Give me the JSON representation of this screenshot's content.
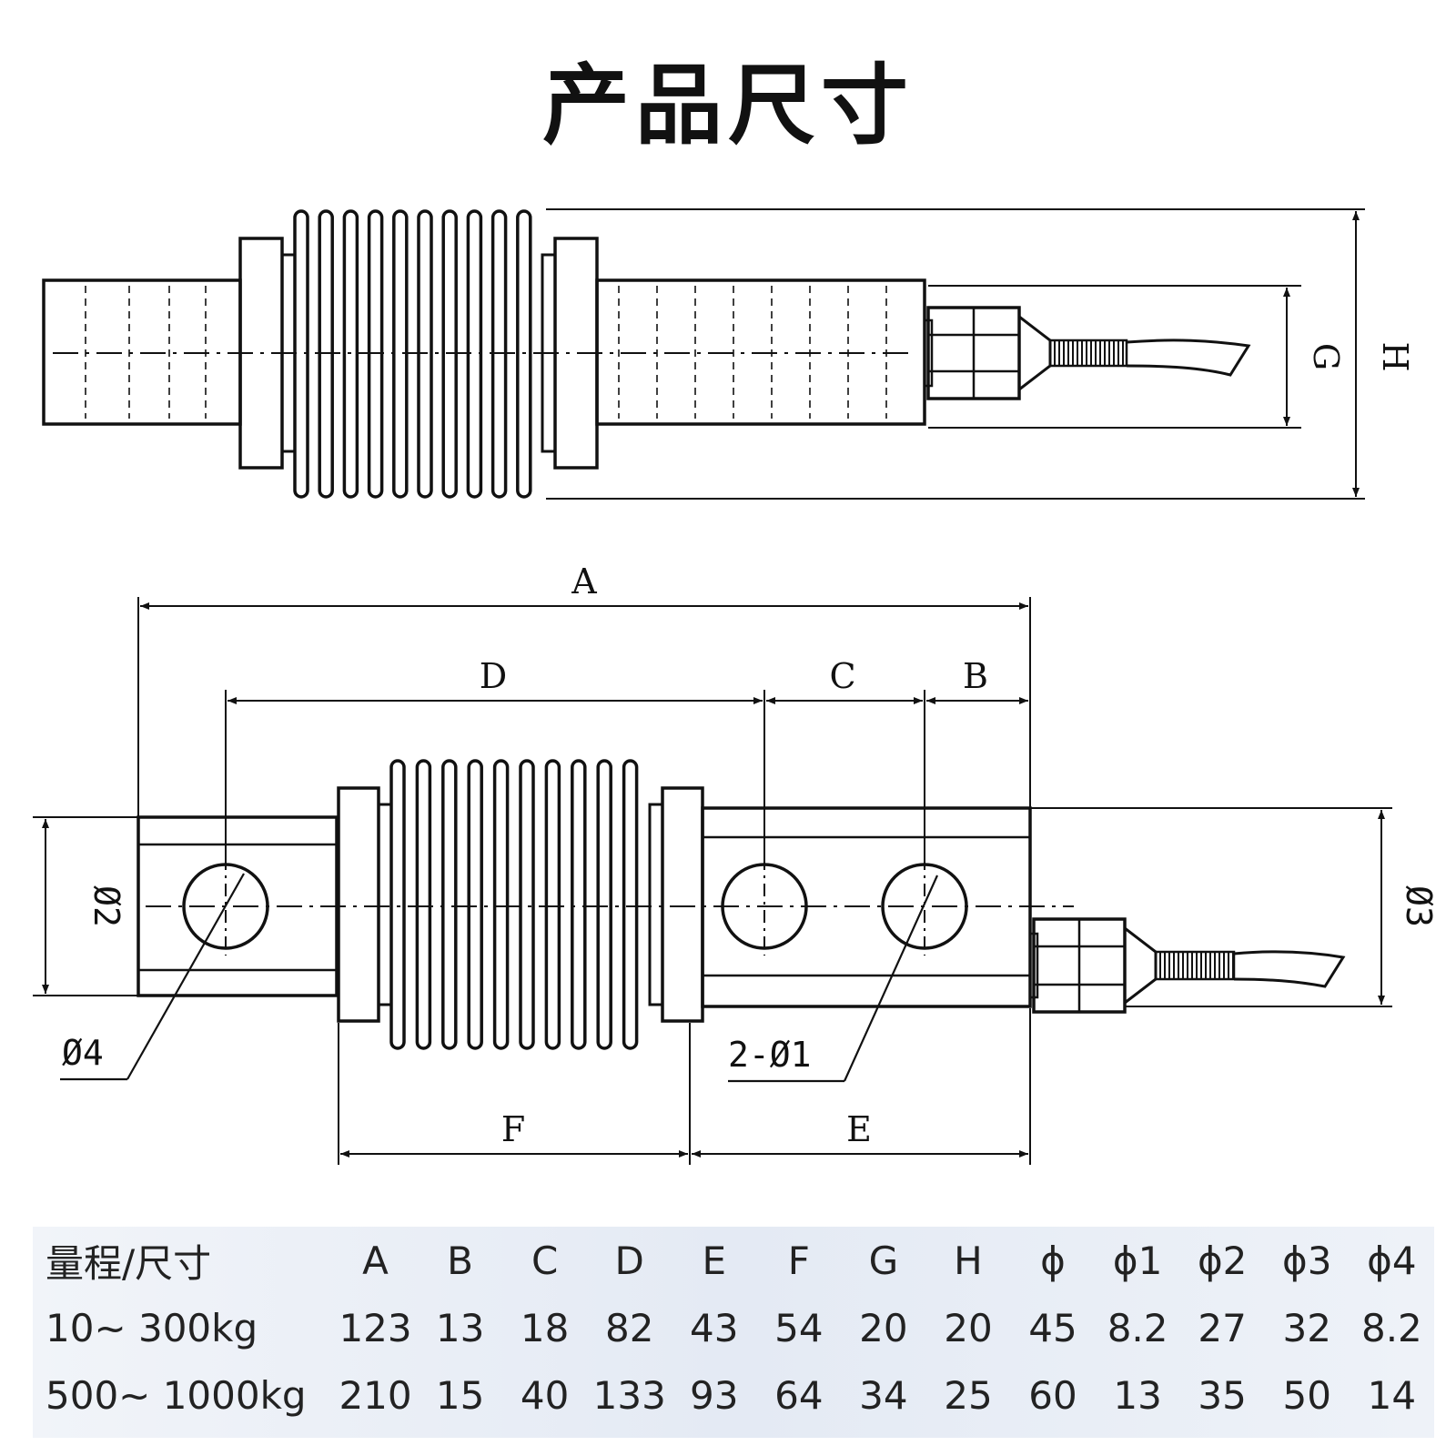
{
  "title": "产品尺寸",
  "drawing": {
    "top_view": {
      "dim_g": "G",
      "dim_h": "H"
    },
    "front_view": {
      "dim_a": "A",
      "dim_d": "D",
      "dim_c": "C",
      "dim_b": "B",
      "dim_f": "F",
      "dim_e": "E",
      "phi2": "Ø2",
      "phi3": "Ø3",
      "phi4": "Ø4",
      "hole_callout": "2-Ø1"
    }
  },
  "spec_table": {
    "header": [
      "量程/尺寸",
      "A",
      "B",
      "C",
      "D",
      "E",
      "F",
      "G",
      "H",
      "ϕ",
      "ϕ1",
      "ϕ2",
      "ϕ3",
      "ϕ4"
    ],
    "rows": [
      [
        "10~ 300kg",
        "123",
        "13",
        "18",
        "82",
        "43",
        "54",
        "20",
        "20",
        "45",
        "8.2",
        "27",
        "32",
        "8.2"
      ],
      [
        "500~ 1000kg",
        "210",
        "15",
        "40",
        "133",
        "93",
        "64",
        "34",
        "25",
        "60",
        "13",
        "35",
        "50",
        "14"
      ]
    ]
  }
}
